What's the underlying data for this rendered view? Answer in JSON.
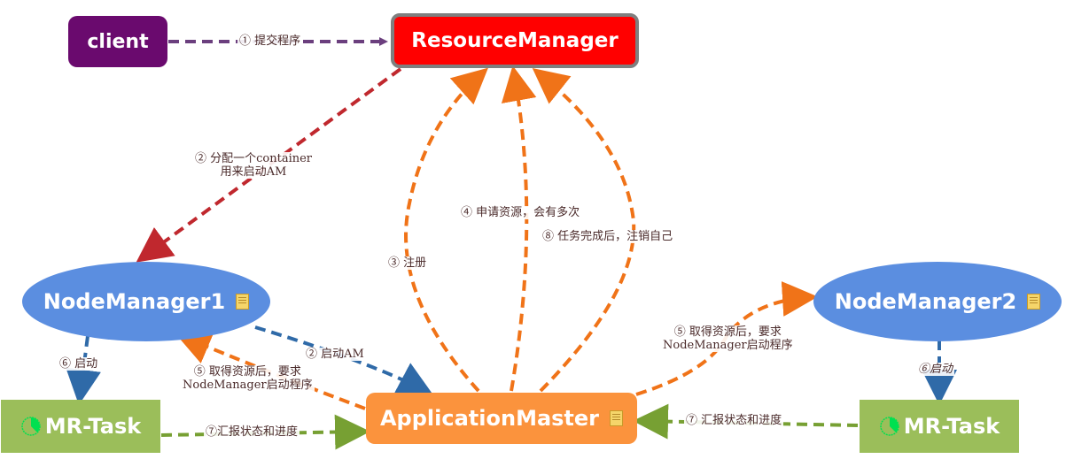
{
  "nodes": {
    "client": {
      "label": "client",
      "color": "#6a0a6e"
    },
    "resource_manager": {
      "label": "ResourceManager",
      "color": "#ff0000",
      "border": "#7f7f7f"
    },
    "node_manager_1": {
      "label": "NodeManager1",
      "color": "#5b8ee0",
      "has_note": true
    },
    "node_manager_2": {
      "label": "NodeManager2",
      "color": "#5b8ee0",
      "has_note": true
    },
    "application_master": {
      "label": "ApplicationMaster",
      "color": "#fb933d",
      "has_note": true
    },
    "mr_task_1": {
      "label": "MR-Task",
      "color": "#9bbe5a",
      "icon": "progress-pie-icon"
    },
    "mr_task_2": {
      "label": "MR-Task",
      "color": "#9bbe5a",
      "icon": "progress-pie-icon"
    }
  },
  "edges": [
    {
      "id": "submit",
      "from": "client",
      "to": "resource_manager",
      "label": "① 提交程序",
      "color": "#6b3f7e"
    },
    {
      "id": "allocate",
      "from": "resource_manager",
      "to": "node_manager_1",
      "label_lines": [
        "② 分配一个container",
        "用来启动AM"
      ],
      "color": "#c0282e"
    },
    {
      "id": "start_am",
      "from": "node_manager_1",
      "to": "application_master",
      "label": "② 启动AM",
      "color": "#2f6aa8"
    },
    {
      "id": "register",
      "from": "application_master",
      "to": "resource_manager",
      "label": "③ 注册",
      "color": "#f07318"
    },
    {
      "id": "request",
      "from": "application_master",
      "to": "resource_manager",
      "label": "④ 申请资源，会有多次",
      "color": "#f07318"
    },
    {
      "id": "unregister",
      "from": "application_master",
      "to": "resource_manager",
      "label": "⑧ 任务完成后，注销自己",
      "color": "#f07318"
    },
    {
      "id": "ask_nm1",
      "from": "application_master",
      "to": "node_manager_1",
      "label_lines": [
        "⑤ 取得资源后，要求",
        "NodeManager启动程序"
      ],
      "color": "#f07318"
    },
    {
      "id": "ask_nm2",
      "from": "application_master",
      "to": "node_manager_2",
      "label_lines": [
        "⑤ 取得资源后，要求",
        "NodeManager启动程序"
      ],
      "color": "#f07318"
    },
    {
      "id": "launch_1",
      "from": "node_manager_1",
      "to": "mr_task_1",
      "label": "⑥ 启动",
      "color": "#2f6aa8"
    },
    {
      "id": "launch_2",
      "from": "node_manager_2",
      "to": "mr_task_2",
      "label": "⑥启动",
      "color": "#2f6aa8"
    },
    {
      "id": "report_1",
      "from": "mr_task_1",
      "to": "application_master",
      "label": "⑦汇报状态和进度",
      "color": "#77a033"
    },
    {
      "id": "report_2",
      "from": "mr_task_2",
      "to": "application_master",
      "label": "⑦ 汇报状态和进度",
      "color": "#77a033"
    }
  ]
}
